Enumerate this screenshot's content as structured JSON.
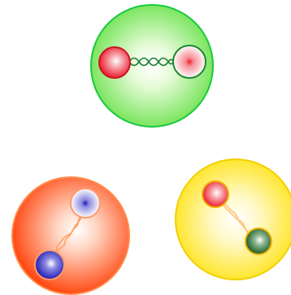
{
  "colors": {
    "background": "#ffffff",
    "green_sphere": "#19c93f",
    "orange_sphere": "#ff4a13",
    "yellow_sphere": "#ffe316",
    "red_particle": "#ee1c2d",
    "blue_particle": "#1f1bb5",
    "green_particle": "#1c5b21",
    "white_particle": "#ffffff",
    "spring_green": "#1f7a33",
    "spring_orange": "#ffa060",
    "spring_yellow": "#ffc27a"
  },
  "spheres": [
    {
      "name": "green-sphere",
      "fill": "green_sphere",
      "spring": "spring_green",
      "particles": [
        {
          "name": "red-particle",
          "color": "red_particle",
          "inverted": false
        },
        {
          "name": "antired-particle",
          "color": "red_particle",
          "inverted": true
        }
      ]
    },
    {
      "name": "orange-sphere",
      "fill": "orange_sphere",
      "spring": "spring_orange",
      "particles": [
        {
          "name": "antiblue-particle",
          "color": "blue_particle",
          "inverted": true
        },
        {
          "name": "blue-particle",
          "color": "blue_particle",
          "inverted": false
        }
      ]
    },
    {
      "name": "yellow-sphere",
      "fill": "yellow_sphere",
      "spring": "spring_yellow",
      "particles": [
        {
          "name": "red-particle",
          "color": "red_particle",
          "inverted": false
        },
        {
          "name": "green-particle",
          "color": "green_particle",
          "inverted": false
        }
      ]
    }
  ]
}
